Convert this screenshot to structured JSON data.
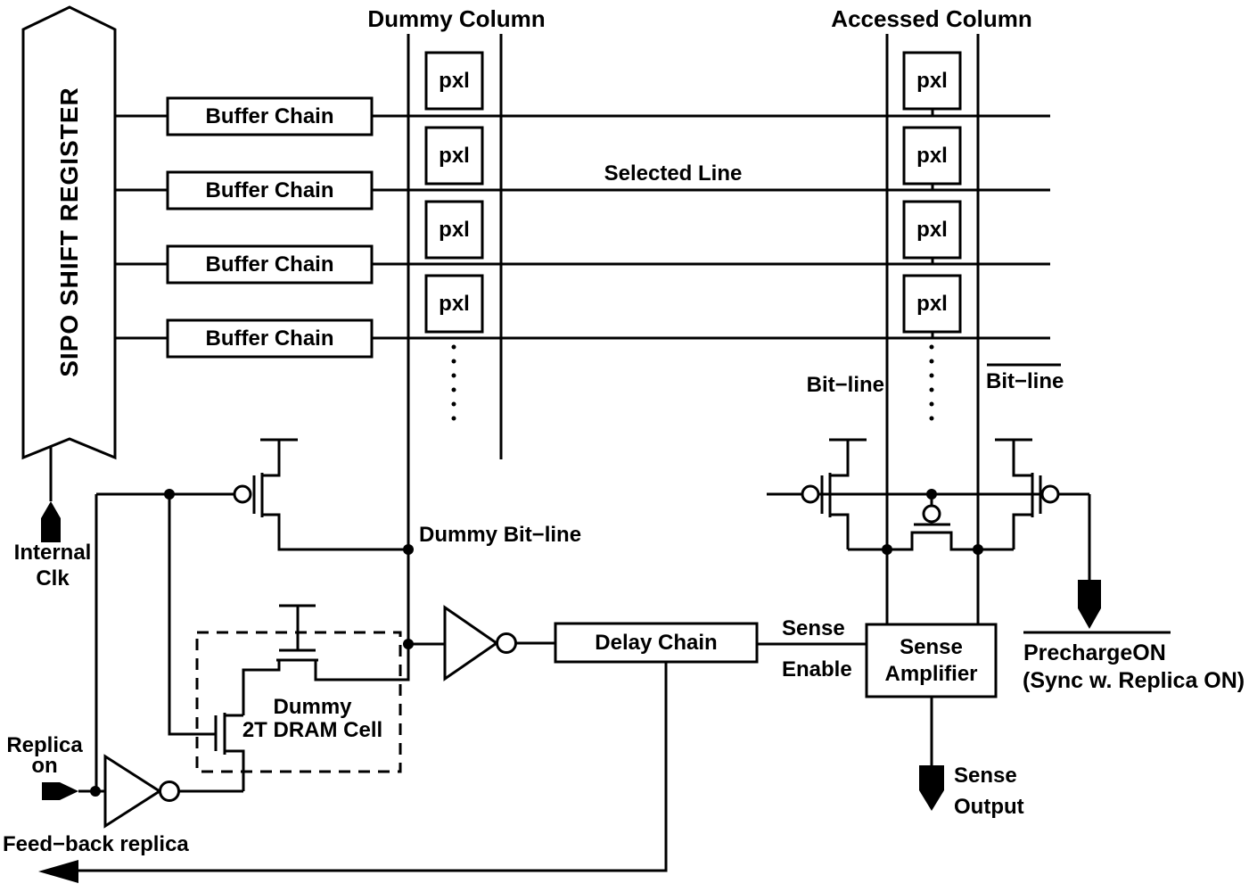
{
  "columns": {
    "dummy": {
      "title": "Dummy Column",
      "pxl": [
        "pxl",
        "pxl",
        "pxl",
        "pxl"
      ]
    },
    "accessed": {
      "title": "Accessed Column",
      "pxl": [
        "pxl",
        "pxl",
        "pxl",
        "pxl"
      ]
    }
  },
  "sipo": {
    "label": "SIPO  SHIFT REGISTER"
  },
  "buffer_chains": [
    "Buffer Chain",
    "Buffer Chain",
    "Buffer Chain",
    "Buffer Chain"
  ],
  "blocks": {
    "delay_chain": "Delay Chain",
    "sense_amplifier": {
      "line1": "Sense",
      "line2": "Amplifier"
    }
  },
  "labels": {
    "selected_line": "Selected Line",
    "bit_line": "Bit−line",
    "bit_line_complement": "Bit−line",
    "dummy_bit_line": "Dummy Bit−line",
    "dummy_cell": {
      "line1": "Dummy",
      "line2": "2T DRAM Cell"
    },
    "internal_clk": {
      "line1": "Internal",
      "line2": "Clk"
    },
    "replica_on": {
      "line1": "Replica",
      "line2": "on"
    },
    "feedback_replica": "Feed−back replica",
    "sense_enable": {
      "line1": "Sense",
      "line2": "Enable"
    },
    "sense_output": {
      "line1": "Sense",
      "line2": "Output"
    },
    "precharge_on": {
      "line1": "PrechargeON",
      "line2": "(Sync w. Replica ON)"
    }
  },
  "colors": {
    "ink": "#000000",
    "background": "#ffffff"
  }
}
